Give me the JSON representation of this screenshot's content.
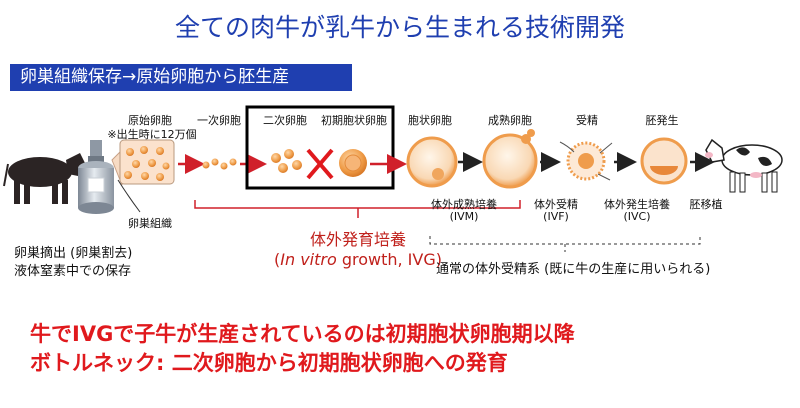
{
  "title": "全ての肉牛が乳牛から生まれる技術開発",
  "banner": "卵巣組織保存→原始卵胞から胚生産",
  "stages": {
    "primordial": "原始卵胞",
    "primordial_note": "※出生時に12万個",
    "primary": "一次卵胞",
    "secondary": "二次卵胞",
    "early_antral": "初期胞状卵胞",
    "antral": "胞状卵胞",
    "mature": "成熟卵胞",
    "fertilization": "受精",
    "embryo": "胚発生"
  },
  "ovary_tissue": "卵巣組織",
  "collection": {
    "line1": "卵巣摘出 (卵巣割去)",
    "line2": "液体窒素中での保存"
  },
  "ivg": {
    "line1": "体外発育培養",
    "line2_italic": "In vitro",
    "line2_rest": " growth, IVG)",
    "line2_open": "("
  },
  "steps": {
    "ivm_line1": "体外成熟培養",
    "ivm_line2": "(IVM)",
    "ivf_line1": "体外受精",
    "ivf_line2": "(IVF)",
    "ivc_line1": "体外発生培養",
    "ivc_line2": "(IVC)",
    "transfer": "胚移植"
  },
  "conventional": "通常の体外受精系 (既に牛の生産に用いられる)",
  "conclusion": {
    "line1": "牛でIVGで子牛が生産されているのは初期胞状卵胞期以降",
    "line2": "ボトルネック: 二次卵胞から初期胞状卵胞への発育"
  },
  "colors": {
    "title": "#1f3fb0",
    "banner_bg": "#1f3fb0",
    "arrow": "#d0202a",
    "emphasis": "#e0191d",
    "follicle": "#e79442"
  },
  "icons": [
    "black-cow-icon",
    "liquid-nitrogen-tank-icon",
    "cross-mark-icon",
    "holstein-cow-icon"
  ]
}
